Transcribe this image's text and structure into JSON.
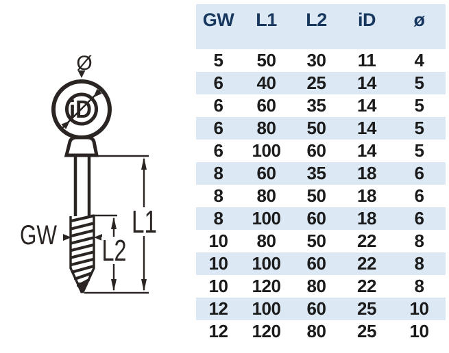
{
  "diagram": {
    "labels": {
      "outer_diameter": "Ø",
      "inner_diameter": "iD",
      "thread": "GW",
      "length_total": "L1",
      "length_thread": "L2"
    },
    "stroke_color": "#2a2523"
  },
  "table": {
    "header_text_color": "#17375e",
    "row_alt_color": "#dce8f4",
    "columns": [
      "GW",
      "L1",
      "L2",
      "iD",
      "ø"
    ],
    "rows": [
      [
        "5",
        "50",
        "30",
        "11",
        "4"
      ],
      [
        "6",
        "40",
        "25",
        "14",
        "5"
      ],
      [
        "6",
        "60",
        "35",
        "14",
        "5"
      ],
      [
        "6",
        "80",
        "50",
        "14",
        "5"
      ],
      [
        "6",
        "100",
        "60",
        "14",
        "5"
      ],
      [
        "8",
        "60",
        "35",
        "18",
        "6"
      ],
      [
        "8",
        "80",
        "50",
        "18",
        "6"
      ],
      [
        "8",
        "100",
        "60",
        "18",
        "6"
      ],
      [
        "10",
        "80",
        "50",
        "22",
        "8"
      ],
      [
        "10",
        "100",
        "60",
        "22",
        "8"
      ],
      [
        "10",
        "120",
        "80",
        "22",
        "8"
      ],
      [
        "12",
        "100",
        "60",
        "25",
        "10"
      ],
      [
        "12",
        "120",
        "80",
        "25",
        "10"
      ]
    ]
  }
}
